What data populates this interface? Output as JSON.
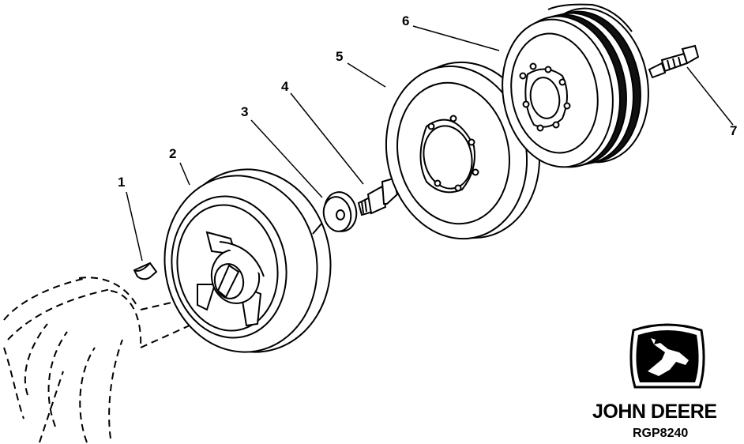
{
  "callouts": [
    "1",
    "2",
    "3",
    "4",
    "5",
    "6",
    "7"
  ],
  "brand": {
    "name": "JOHN DEERE",
    "figure_code": "RGP8240",
    "logo": "deer-logo"
  },
  "colors": {
    "line": "#000000",
    "background": "#ffffff",
    "belt_groove": "#111111"
  }
}
